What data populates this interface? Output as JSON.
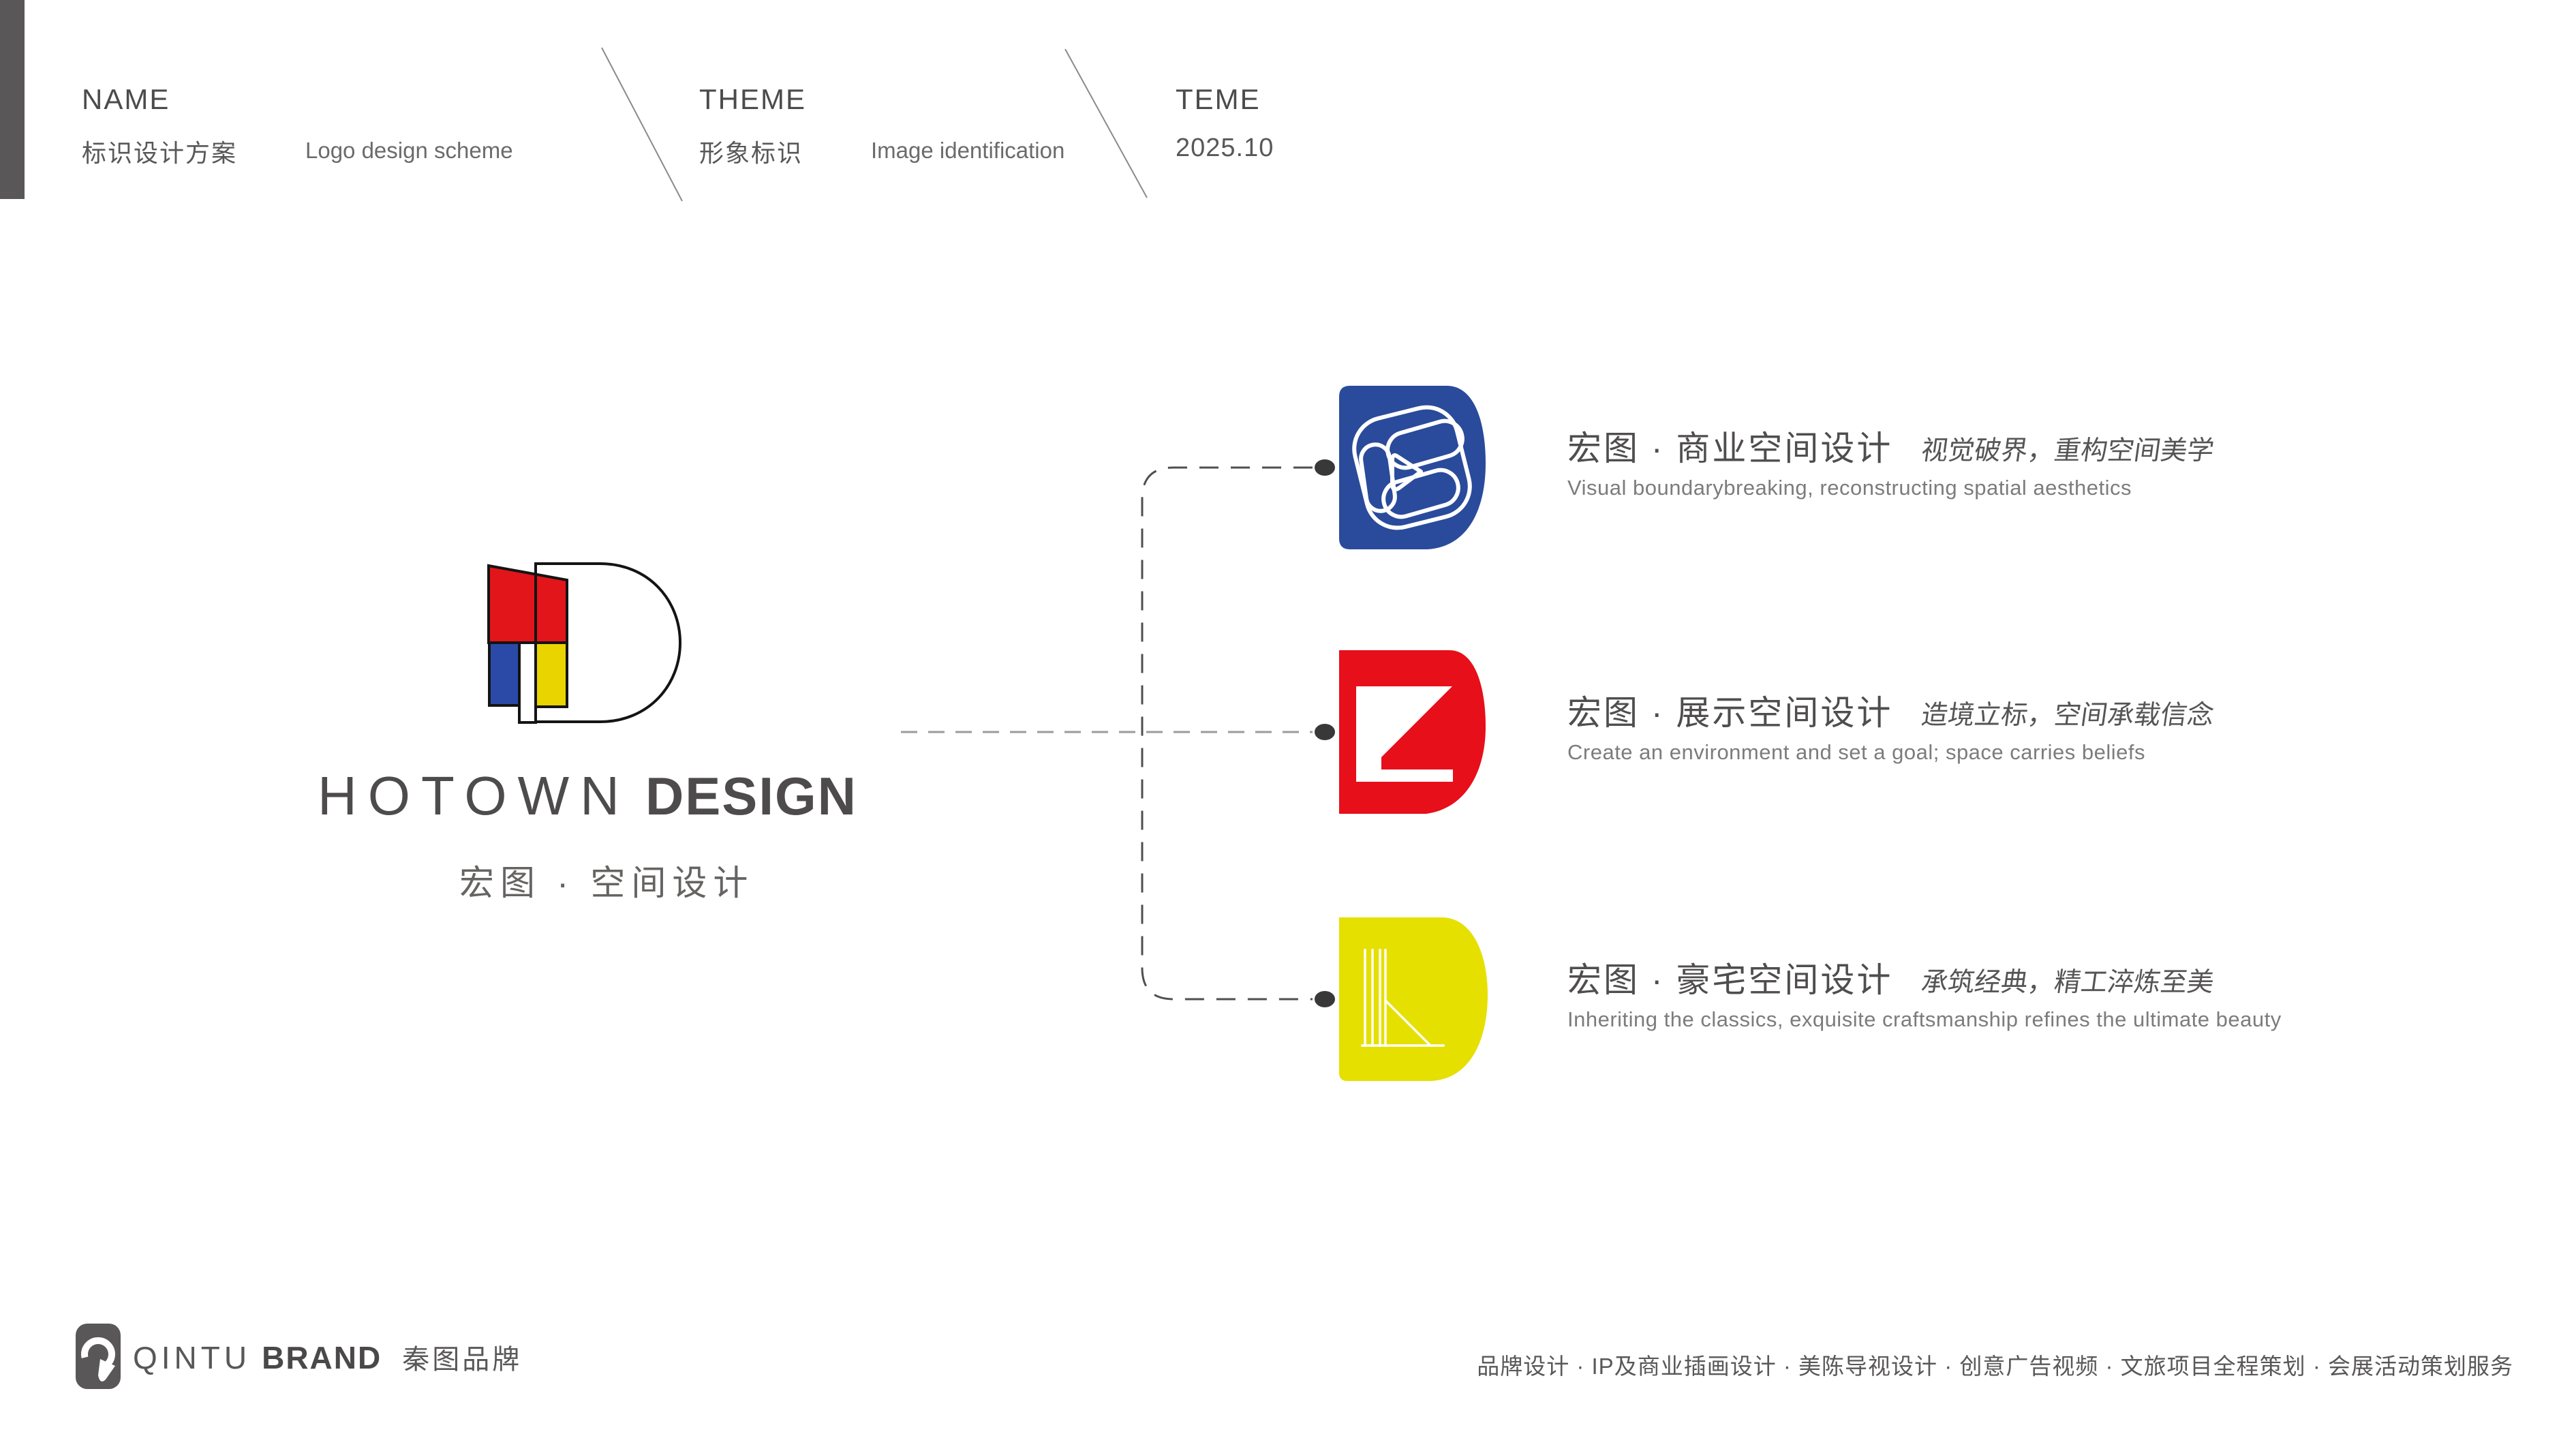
{
  "header": {
    "name": {
      "label": "NAME",
      "cn": "标识设计方案",
      "en": "Logo design scheme"
    },
    "theme": {
      "label": "THEME",
      "cn": "形象标识",
      "en": "Image identification"
    },
    "teme": {
      "label": "TEME",
      "date": "2025.10"
    }
  },
  "logo": {
    "wordmark_light": "HOTOWN",
    "wordmark_bold": "DESIGN",
    "tagline": "宏图 · 空间设计",
    "colors": {
      "red": "#e2151a",
      "blue": "#2b4aa8",
      "yellow": "#e9d400",
      "outline": "#141414"
    }
  },
  "rows": [
    {
      "icon": "blue-d-monogram",
      "color": "#2a4b9b",
      "title": "宏图 · 商业空间设计",
      "subtitle": "视觉破界，重构空间美学",
      "en": "Visual boundarybreaking, reconstructing spatial aesthetics"
    },
    {
      "icon": "red-d-monogram",
      "color": "#e60f1a",
      "title": "宏图 · 展示空间设计",
      "subtitle": "造境立标，空间承载信念",
      "en": "Create an environment and set a goal; space carries beliefs"
    },
    {
      "icon": "yellow-d-monogram",
      "color": "#e5e000",
      "title": "宏图 · 豪宅空间设计",
      "subtitle": "承筑经典，精工淬炼至美",
      "en": "Inheriting the classics, exquisite craftsmanship refines the ultimate beauty"
    }
  ],
  "connector": {
    "line_color": "#9b9b9b",
    "bracket_color": "#4f4f4f",
    "dot_color": "#383838"
  },
  "footer": {
    "brand_en_light": "QINTU",
    "brand_en_bold": "BRAND",
    "brand_cn": "秦图品牌",
    "brand_mark_color": "#595757",
    "services": "品牌设计 · IP及商业插画设计 · 美陈导视设计 · 创意广告视频 · 文旅项目全程策划 · 会展活动策划服务"
  }
}
